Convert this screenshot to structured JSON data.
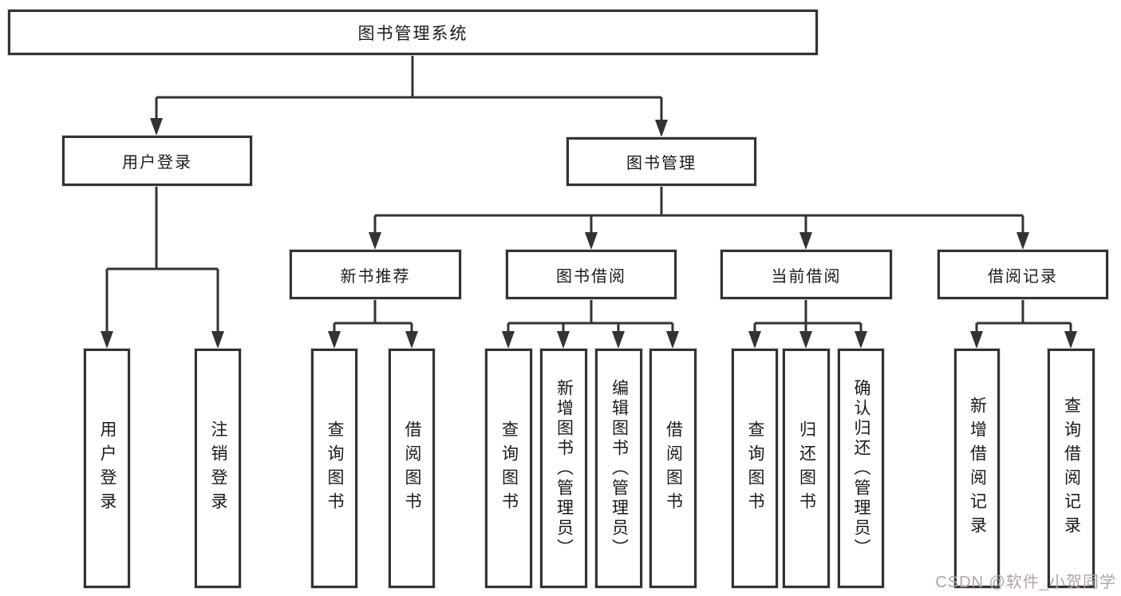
{
  "diagram": {
    "root": {
      "label": "图书管理系统"
    },
    "branches": [
      {
        "label": "用户登录",
        "children": [
          {
            "label": "用户登录"
          },
          {
            "label": "注销登录"
          }
        ]
      },
      {
        "label": "图书管理",
        "groups": [
          {
            "label": "新书推荐",
            "children": [
              {
                "label": "查询图书"
              },
              {
                "label": "借阅图书"
              }
            ]
          },
          {
            "label": "图书借阅",
            "children": [
              {
                "label": "查询图书"
              },
              {
                "label": "新增图书（管理员）"
              },
              {
                "label": "编辑图书（管理员）"
              },
              {
                "label": "借阅图书"
              }
            ]
          },
          {
            "label": "当前借阅",
            "children": [
              {
                "label": "查询图书"
              },
              {
                "label": "归还图书"
              },
              {
                "label": "确认归还（管理员）"
              }
            ]
          },
          {
            "label": "借阅记录",
            "children": [
              {
                "label": "新增借阅记录"
              },
              {
                "label": "查询借阅记录"
              }
            ]
          }
        ]
      }
    ]
  },
  "watermark": {
    "text": "CSDN @软件_小贺同学"
  },
  "colors": {
    "line": "#333333",
    "text": "#1a1a1a",
    "background": "#ffffff",
    "watermark": "#b3a4a8"
  }
}
